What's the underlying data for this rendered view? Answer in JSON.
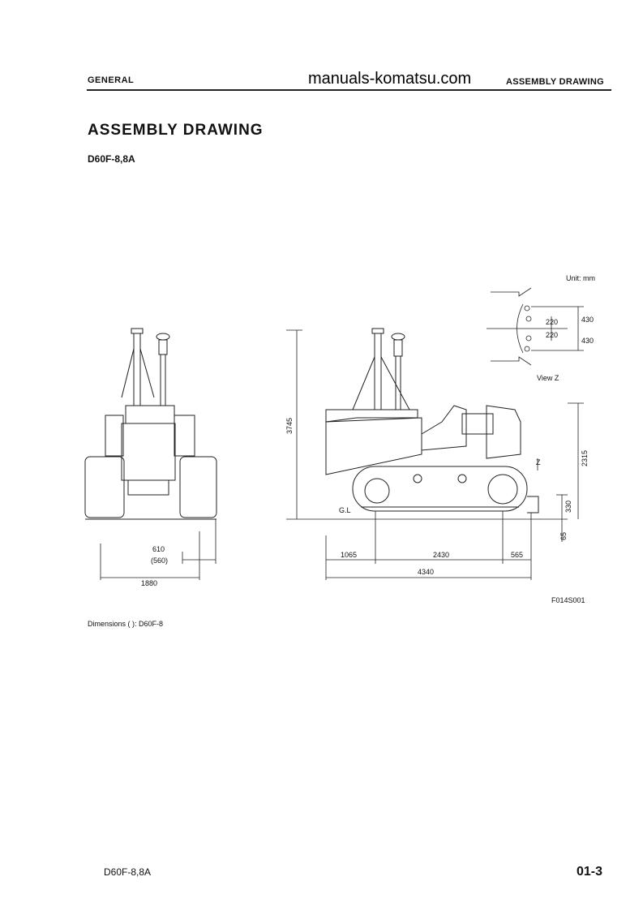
{
  "header": {
    "section": "GENERAL",
    "topic": "ASSEMBLY DRAWING",
    "watermark": "manuals-komatsu.com"
  },
  "page_title": "ASSEMBLY DRAWING",
  "model_subtitle": "D60F-8,8A",
  "unit_label": "Unit: mm",
  "view_label": "View Z",
  "arrow_label": "Z",
  "ground_label": "G.L",
  "dimensions": {
    "front_track_width": "610",
    "front_track_width_alt": "(560)",
    "front_gauge": "1880",
    "overall_height": "3745",
    "cab_height": "2315",
    "grouser_height": "330",
    "ground_clearance": "65",
    "front_overhang": "1065",
    "track_length": "2430",
    "rear_overhang": "565",
    "overall_length": "4340",
    "view_z_upper": "430",
    "view_z_lower": "430",
    "view_z_inner_upper": "220",
    "view_z_inner_lower": "220"
  },
  "dimensions_note": "Dimensions (     ):  D60F-8",
  "figure_id": "F014S001",
  "footer": {
    "model": "D60F-8,8A",
    "page": "01-3"
  }
}
